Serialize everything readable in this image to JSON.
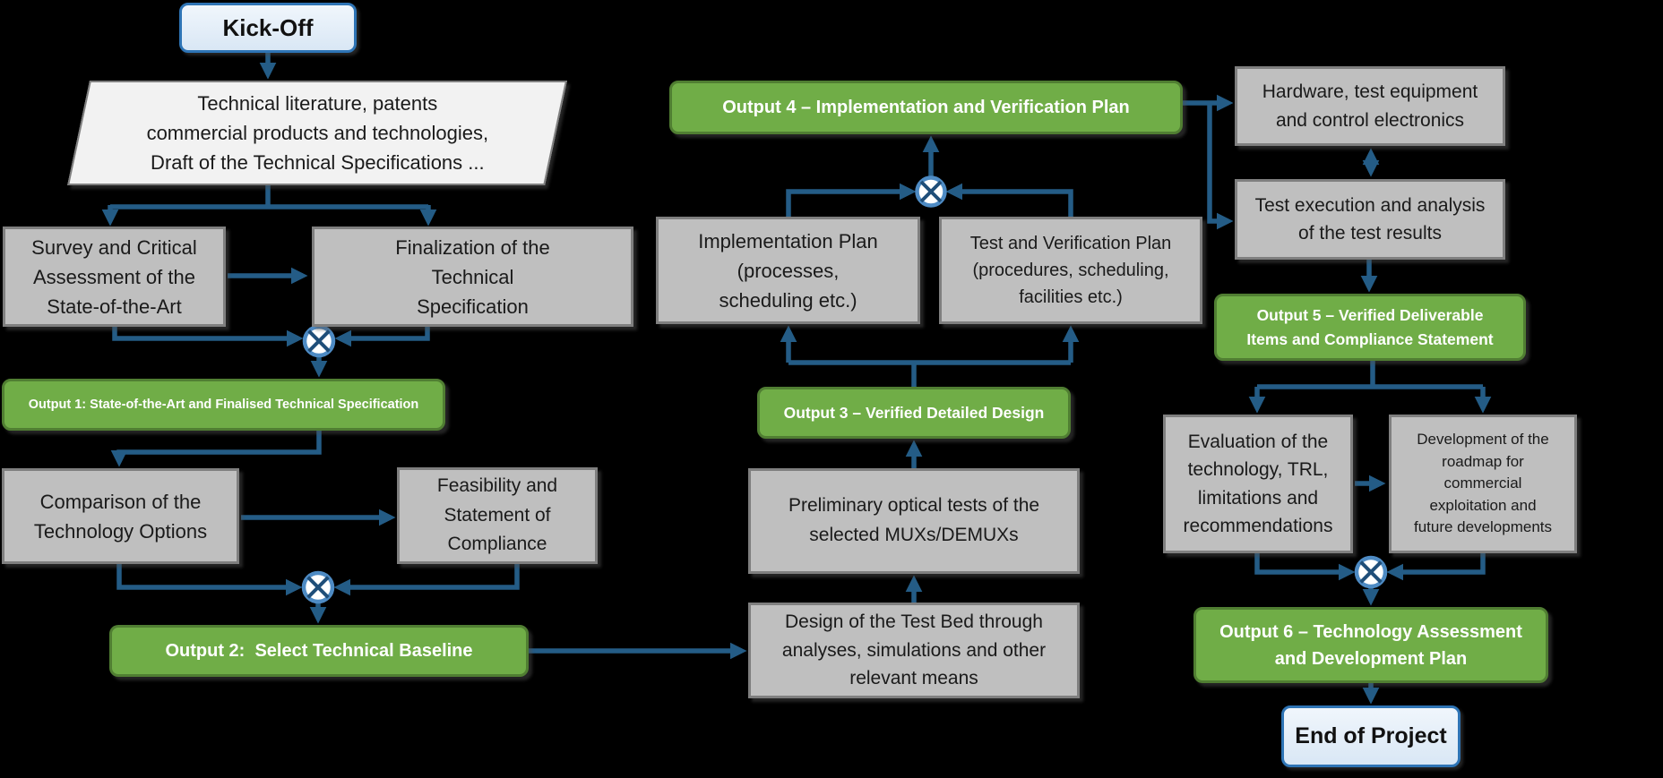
{
  "title": "Project workflow flowchart",
  "colors": {
    "background": "#000000",
    "output_green_fill": "#70AD47",
    "output_green_border": "#507E32",
    "process_gray_fill": "#BFBFBF",
    "process_gray_border": "#7F7F7F",
    "terminal_blue_fill": "#D9E7F5",
    "terminal_blue_border": "#2E74B5",
    "io_parallelogram_fill": "#F2F2F2",
    "connector_blue": "#245C86",
    "junction_ring_blue": "#4E8BC4",
    "junction_x_blue": "#1F4E79"
  },
  "nodes": {
    "kickoff": "Kick-Off",
    "inputs": "Technical literature, patents\ncommercial products and technologies,\nDraft of the Technical Specifications ...",
    "survey": "Survey and Critical\nAssessment  of the\nState-of-the-Art",
    "finalization": "Finalization of the\nTechnical\nSpecification",
    "output1": "Output 1: State-of-the-Art and Finalised Technical Specification",
    "comparison": "Comparison of the\nTechnology Options",
    "feasibility": "Feasibility and\nStatement of\nCompliance",
    "output2": "Output 2:  Select Technical Baseline",
    "output4": "Output 4 – Implementation and Verification Plan",
    "implementation": "Implementation Plan\n(processes,\nscheduling etc.)",
    "testverification": "Test and Verification Plan\n(procedures, scheduling,\nfacilities etc.)",
    "output3": "Output 3 – Verified Detailed Design",
    "preliminary": "Preliminary optical tests of the\nselected MUXs/DEMUXs",
    "testbed": "Design of the Test Bed through\nanalyses, simulations and other\nrelevant means",
    "hardware": "Hardware, test equipment\nand control electronics",
    "testexecution": "Test execution and analysis\nof the test results",
    "output5": "Output 5 – Verified Deliverable\nItems and Compliance Statement",
    "evaluation": "Evaluation of the\ntechnology, TRL,\nlimitations and\nrecommendations",
    "roadmap": "Development of the\nroadmap for\ncommercial\nexploitation and\nfuture developments",
    "output6": "Output 6 – Technology Assessment\nand Development Plan",
    "endproject": "End of Project"
  }
}
